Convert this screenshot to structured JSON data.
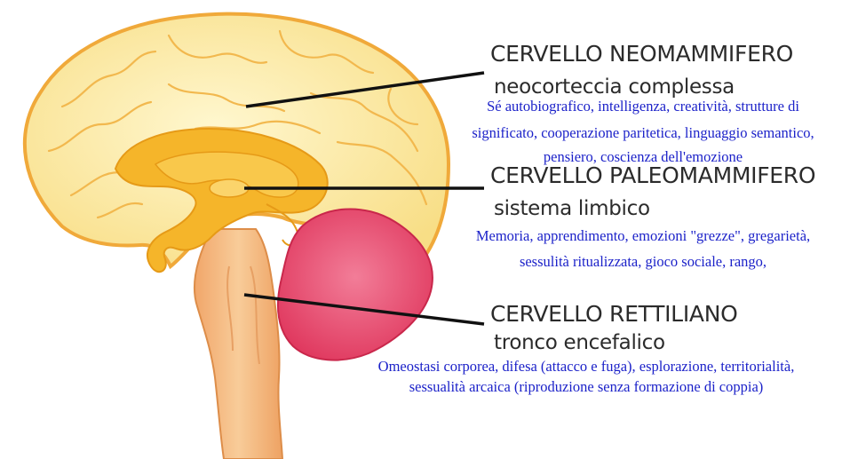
{
  "regions": [
    {
      "title": "CERVELLO NEOMAMMIFERO",
      "subtitle": "neocorteccia complessa",
      "description": [
        "Sé autobiografico, intelligenza, creatività, strutture di",
        "significato, cooperazione paritetica, linguaggio semantico,",
        "pensiero, coscienza dell'emozione"
      ]
    },
    {
      "title": "CERVELLO PALEOMAMMIFERO",
      "subtitle": "sistema limbico",
      "description": [
        "Memoria, apprendimento, emozioni \"grezze\", gregarietà,",
        "sessulità ritualizzata, gioco sociale, rango,"
      ]
    },
    {
      "title": "CERVELLO RETTILIANO",
      "subtitle": "tronco encefalico",
      "description": [
        "Omeostasi corporea, difesa (attacco e fuga), esplorazione, territorialità,",
        "sessualità arcaica (riproduzione senza formazione di coppia)"
      ]
    }
  ],
  "colors": {
    "cortex": "#fbe7a0",
    "cortex_outline": "#f3b23c",
    "limbic": "#f5b52a",
    "brainstem": "#f6c08a",
    "cerebellum": "#e8506f",
    "title_text": "#2b2b2b",
    "description_text": "#1c22c9"
  }
}
